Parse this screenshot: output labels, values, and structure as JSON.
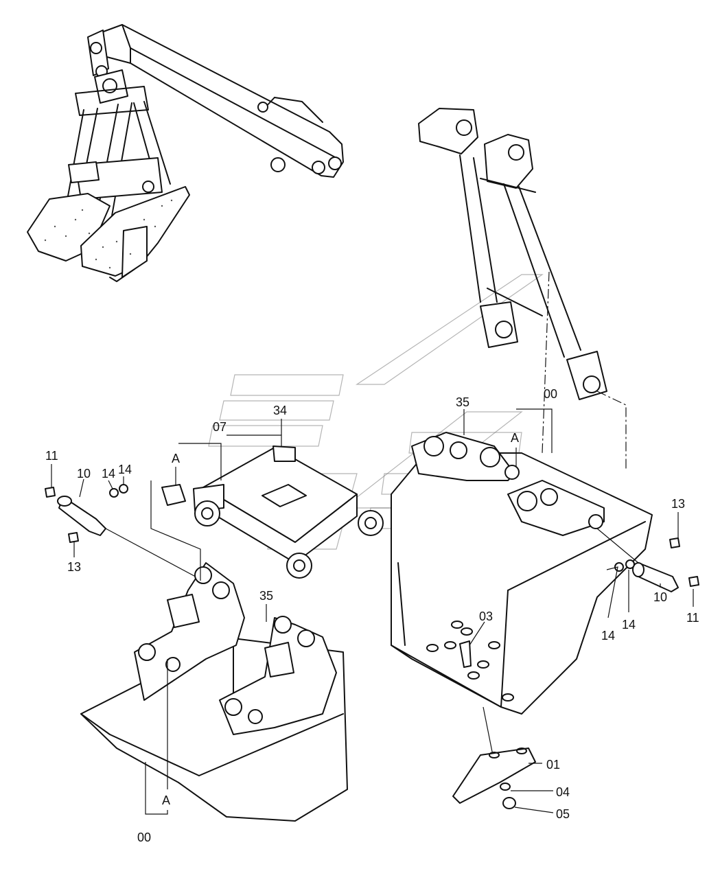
{
  "diagram": {
    "callouts": {
      "c11_left": "11",
      "c10_left": "10",
      "c14_left_a": "14",
      "c14_left_b": "14",
      "c13_left": "13",
      "c07": "07",
      "c34": "34",
      "cA_top_left": "A",
      "c35_top": "35",
      "c00_top": "00",
      "cA_top_right": "A",
      "c13_right": "13",
      "c10_right": "10",
      "c11_right": "11",
      "c14_right_a": "14",
      "c14_right_b": "14",
      "c03": "03",
      "c35_bottom": "35",
      "cA_bottom": "A",
      "c00_bottom": "00",
      "c01": "01",
      "c04": "04",
      "c05": "05"
    }
  }
}
